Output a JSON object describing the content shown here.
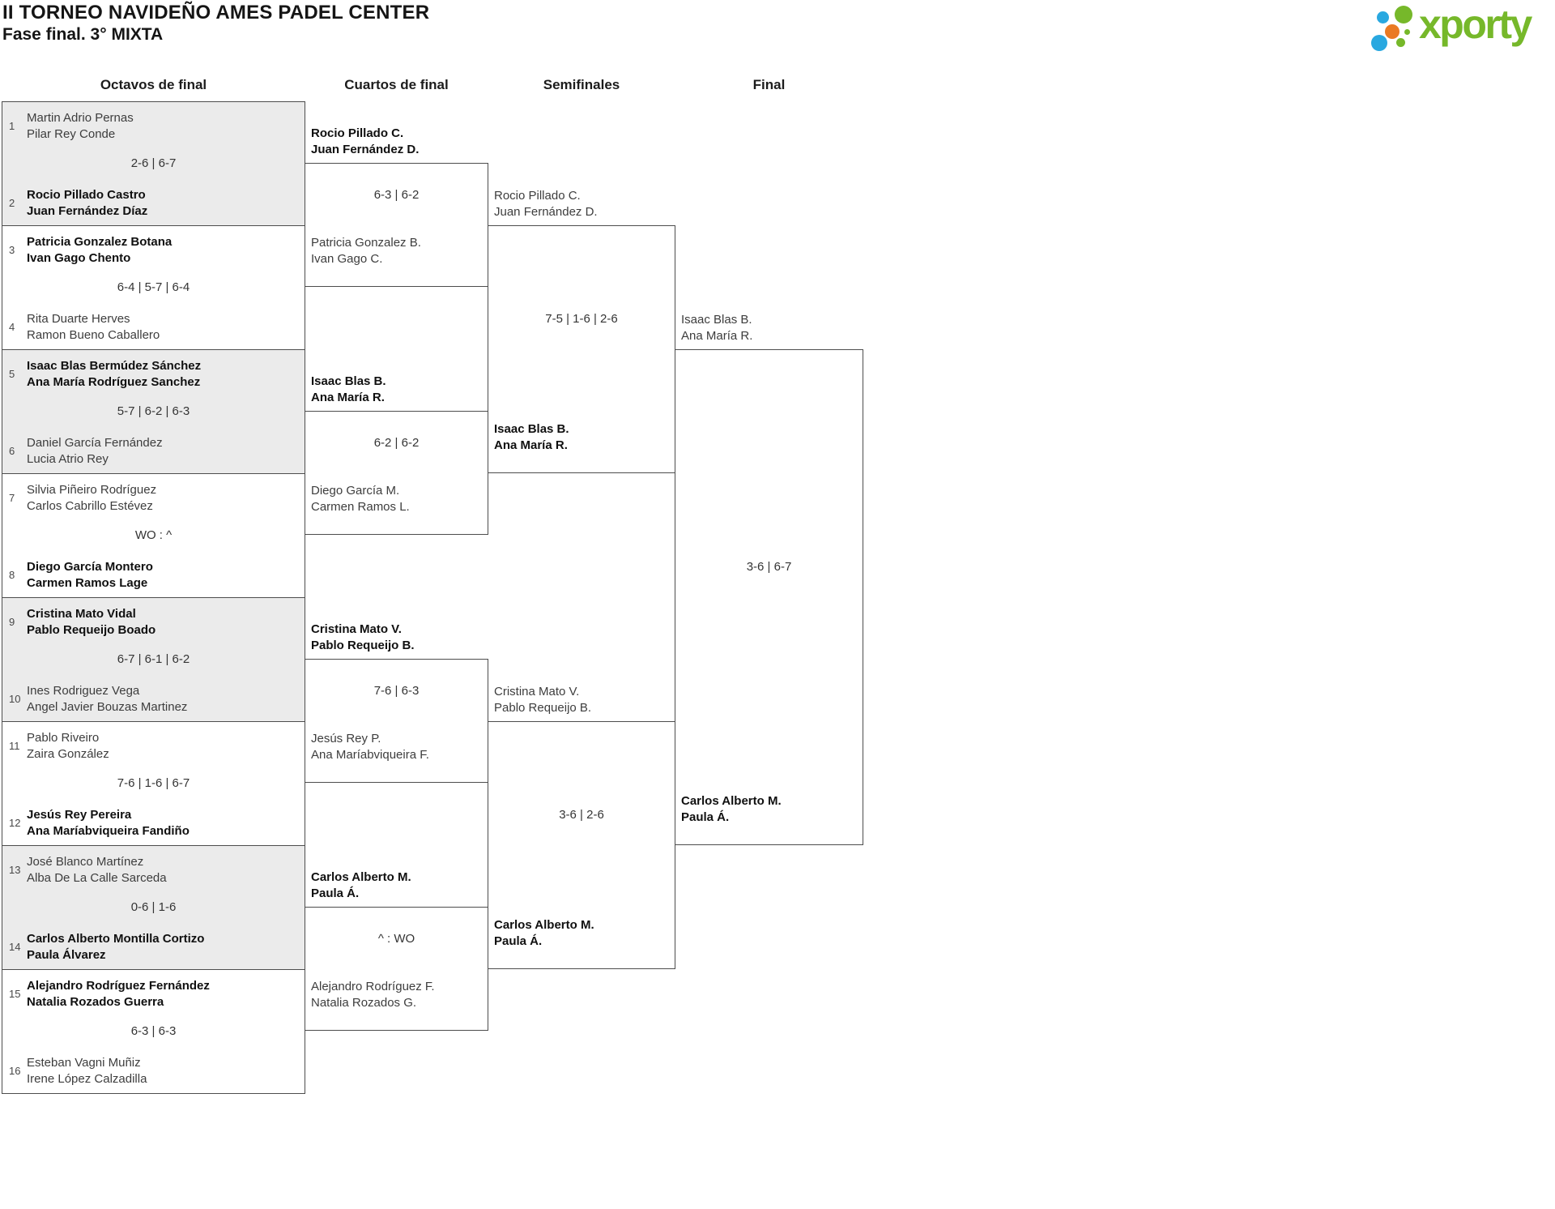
{
  "header": {
    "title": "II TORNEO NAVIDEÑO AMES PADEL CENTER",
    "subtitle": "Fase final. 3° MIXTA"
  },
  "logo": {
    "text": "xporty",
    "green": "#76b82a",
    "blue": "#29a8e0",
    "orange": "#ea7a23"
  },
  "columns": {
    "octavos": "Octavos de final",
    "cuartos": "Cuartos de final",
    "semis": "Semifinales",
    "final": "Final"
  },
  "octavos": [
    {
      "seed_a": "1",
      "a1": "Martin Adrio Pernas",
      "a2": "Pilar Rey Conde",
      "score": "2-6 | 6-7",
      "seed_b": "2",
      "b1": "Rocio Pillado Castro",
      "b2": "Juan Fernández Díaz"
    },
    {
      "seed_a": "3",
      "a1": "Patricia Gonzalez Botana",
      "a2": "Ivan Gago Chento",
      "score": "6-4 | 5-7 | 6-4",
      "seed_b": "4",
      "b1": "Rita Duarte Herves",
      "b2": "Ramon Bueno Caballero"
    },
    {
      "seed_a": "5",
      "a1": "Isaac Blas Bermúdez Sánchez",
      "a2": "Ana María Rodríguez Sanchez",
      "score": "5-7 | 6-2 | 6-3",
      "seed_b": "6",
      "b1": "Daniel García Fernández",
      "b2": "Lucia Atrio Rey"
    },
    {
      "seed_a": "7",
      "a1": "Silvia Piñeiro Rodríguez",
      "a2": "Carlos Cabrillo Estévez",
      "score": "WO : ^",
      "seed_b": "8",
      "b1": "Diego García Montero",
      "b2": "Carmen Ramos Lage"
    },
    {
      "seed_a": "9",
      "a1": "Cristina Mato Vidal",
      "a2": "Pablo Requeijo Boado",
      "score": "6-7 | 6-1 | 6-2",
      "seed_b": "10",
      "b1": "Ines Rodriguez Vega",
      "b2": "Angel Javier Bouzas Martinez"
    },
    {
      "seed_a": "11",
      "a1": "Pablo Riveiro",
      "a2": "Zaira González",
      "score": "7-6 | 1-6 | 6-7",
      "seed_b": "12",
      "b1": "Jesús Rey Pereira",
      "b2": "Ana Maríabviqueira Fandiño"
    },
    {
      "seed_a": "13",
      "a1": "José Blanco Martínez",
      "a2": "Alba De La Calle Sarceda",
      "score": "0-6 | 1-6",
      "seed_b": "14",
      "b1": "Carlos Alberto Montilla Cortizo",
      "b2": "Paula Álvarez"
    },
    {
      "seed_a": "15",
      "a1": "Alejandro Rodríguez Fernández",
      "a2": "Natalia Rozados Guerra",
      "score": "6-3 | 6-3",
      "seed_b": "16",
      "b1": "Esteban Vagni Muñiz",
      "b2": "Irene López Calzadilla"
    }
  ],
  "cuartos": [
    {
      "t1": "Rocio Pillado C.",
      "t2": "Juan Fernández D.",
      "score": "6-3 | 6-2",
      "b1": "Patricia Gonzalez B.",
      "b2": "Ivan Gago C."
    },
    {
      "t1": "Isaac Blas B.",
      "t2": "Ana María R.",
      "score": "6-2 | 6-2",
      "b1": "Diego García M.",
      "b2": "Carmen Ramos L."
    },
    {
      "t1": "Cristina Mato V.",
      "t2": "Pablo Requeijo B.",
      "score": "7-6 | 6-3",
      "b1": "Jesús Rey P.",
      "b2": "Ana Maríabviqueira F."
    },
    {
      "t1": "Carlos Alberto M.",
      "t2": "Paula Á.",
      "score": "^ : WO",
      "b1": "Alejandro Rodríguez F.",
      "b2": "Natalia Rozados G."
    }
  ],
  "semifinales": [
    {
      "t1": "Rocio Pillado C.",
      "t2": "Juan Fernández D.",
      "score": "7-5 | 1-6 | 2-6",
      "b1": "Isaac Blas B.",
      "b2": "Ana María R."
    },
    {
      "t1": "Cristina Mato V.",
      "t2": "Pablo Requeijo B.",
      "score": "3-6 | 2-6",
      "b1": "Carlos Alberto M.",
      "b2": "Paula Á."
    }
  ],
  "final": {
    "t1": "Isaac Blas B.",
    "t2": "Ana María R.",
    "score": "3-6 | 6-7",
    "b1": "Carlos Alberto M.",
    "b2": "Paula Á."
  }
}
